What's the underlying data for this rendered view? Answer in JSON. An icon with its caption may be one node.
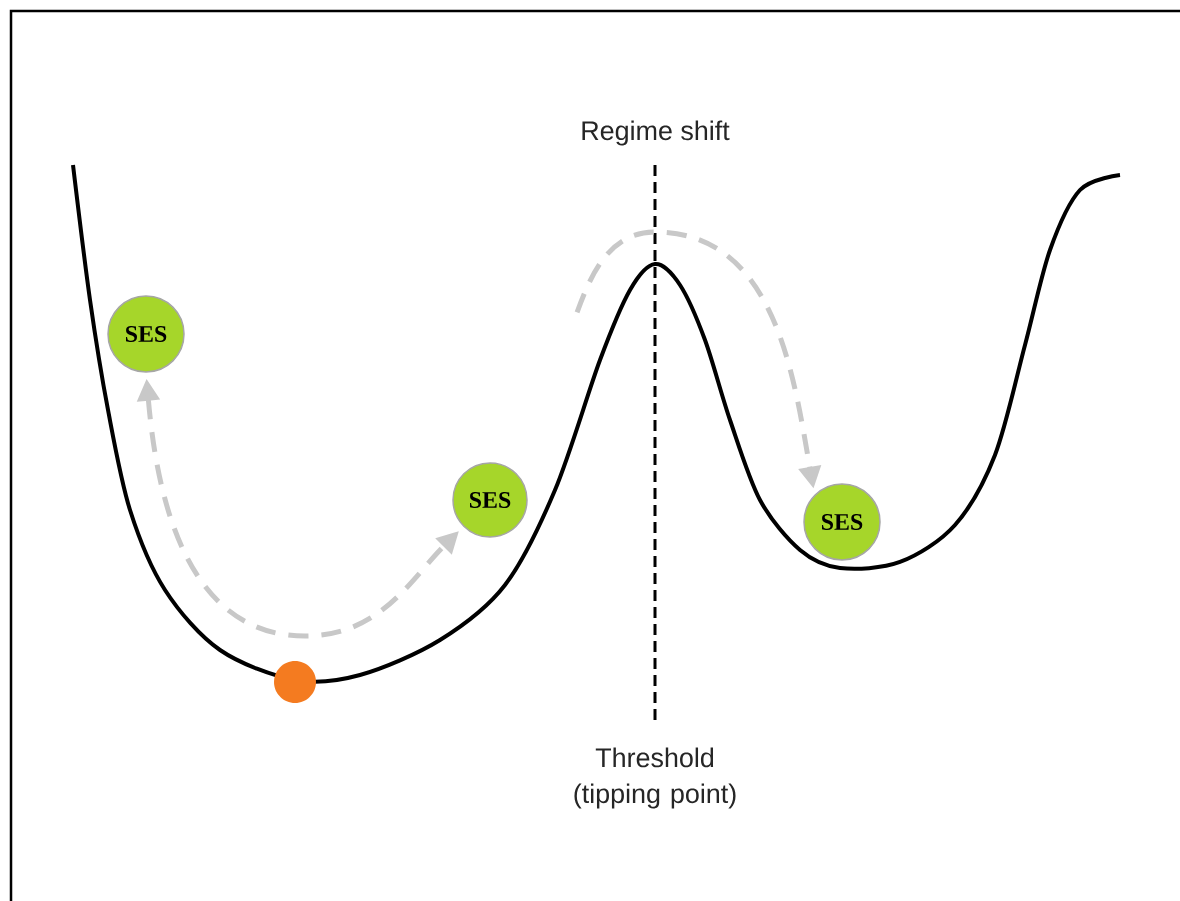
{
  "diagram": {
    "nodes": [
      {
        "text": [
          "SES"
        ]
      },
      {
        "text": [
          "SES"
        ]
      },
      {
        "text": [
          "SES"
        ]
      },
      {
        "text": [],
        "shape": "circle"
      }
    ],
    "edges": [
      {
        "from": 0,
        "to": 1,
        "arrow": "both",
        "style": "dashed"
      },
      {
        "from": null,
        "to": 2,
        "arrow": "to",
        "style": "dashed"
      }
    ],
    "labels": [
      "Regime shift",
      "Threshold (tipping point)"
    ]
  }
}
